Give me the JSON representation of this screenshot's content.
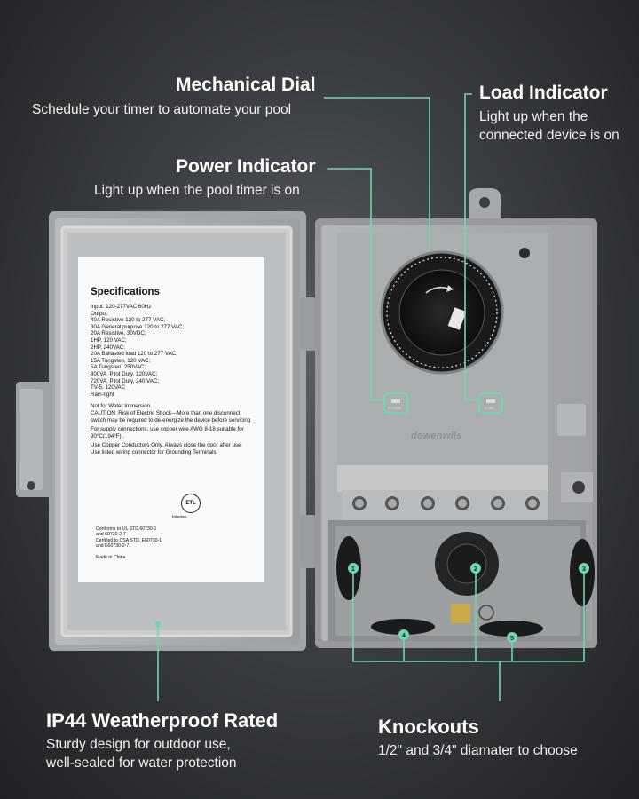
{
  "callouts": {
    "mechanical_dial": {
      "title": "Mechanical Dial",
      "desc": "Schedule your timer to automate your pool"
    },
    "load_indicator": {
      "title": "Load Indicator",
      "desc_line1": "Light up when the",
      "desc_line2": "connected device is on"
    },
    "power_indicator": {
      "title": "Power Indicator",
      "desc": "Light up when the pool timer is on"
    },
    "weatherproof": {
      "title": "IP44 Weatherproof Rated",
      "desc_line1": "Sturdy design for outdoor use,",
      "desc_line2": "well-sealed for water protection"
    },
    "knockouts": {
      "title": "Knockouts",
      "desc": "1/2\" and 3/4\" diamater to choose"
    }
  },
  "spec_sheet": {
    "title": "Specifications",
    "lines": [
      "Input: 120-277VAC 60Hz",
      "Output:",
      "40A Resistive 120 to 277 VAC;",
      "30A General purpose 120 to 277 VAC;",
      "20A Resistive, 30VDC;",
      "1HP, 120 VAC;",
      "2HP, 240VAC;",
      "20A Ballasted load 120 to 277 VAC;",
      "15A Tungsten, 120 VAC;",
      "5A Tungsten, 250VAC;",
      "800VA, Pilot Duty, 120VAC;",
      "720VA, Pilot Duty, 240 VAC;",
      "TV-5, 120VAC",
      "Rain-tight"
    ],
    "warnings": [
      "Not for Water Immersion.",
      "CAUTION: Risk of Electric Shock---More than one disconnect",
      "switch may be required to de-energize the device before servicing",
      "For supply connections, use copper wire AWG 8-18 suitable for",
      "90°C(194°F) .",
      "Use Copper Conductors Only. Always close the door after use.",
      "Use listed wiring connector for Grounding Terminals."
    ],
    "etl_mark": "ETL",
    "etl_sub": "Intertek",
    "cert_lines": [
      "Conforms to UL STD.60730-1",
      "and 60730-2-7",
      "Certified to CSA STD. E60730-1",
      "and E60730-2-7",
      "",
      "Made in China"
    ]
  },
  "device": {
    "brand": "dewenwils",
    "knockout_numbers": [
      "1",
      "2",
      "3",
      "4",
      "5"
    ],
    "indicator_labels": [
      "POWER",
      "LOAD"
    ]
  },
  "colors": {
    "accent_line": "#6fd6b0",
    "housing": "#a9acaf",
    "background": "#3b3e42"
  }
}
